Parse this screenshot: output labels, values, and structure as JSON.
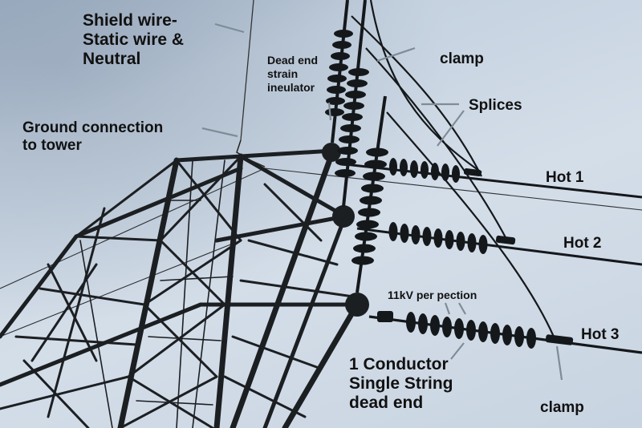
{
  "labels": {
    "shield_wire": [
      "Shield wire-",
      "Static wire &",
      "Neutral"
    ],
    "ground_connection": [
      "Ground connection",
      "to tower"
    ],
    "dead_end_insulator": [
      "Dead end",
      "strain",
      "ineulator"
    ],
    "clamp_top": "clamp",
    "splices": "Splices",
    "hot1": "Hot 1",
    "hot2": "Hot 2",
    "hot3": "Hot 3",
    "per_section": "11kV per pection",
    "single_string": [
      "1 Conductor",
      "Single String",
      "dead end"
    ],
    "clamp_bottom": "clamp"
  },
  "colors": {
    "sky": "#c9d6e4",
    "steel": "#1c1f22",
    "pointer": "#7f8c96",
    "text": "#111111"
  }
}
